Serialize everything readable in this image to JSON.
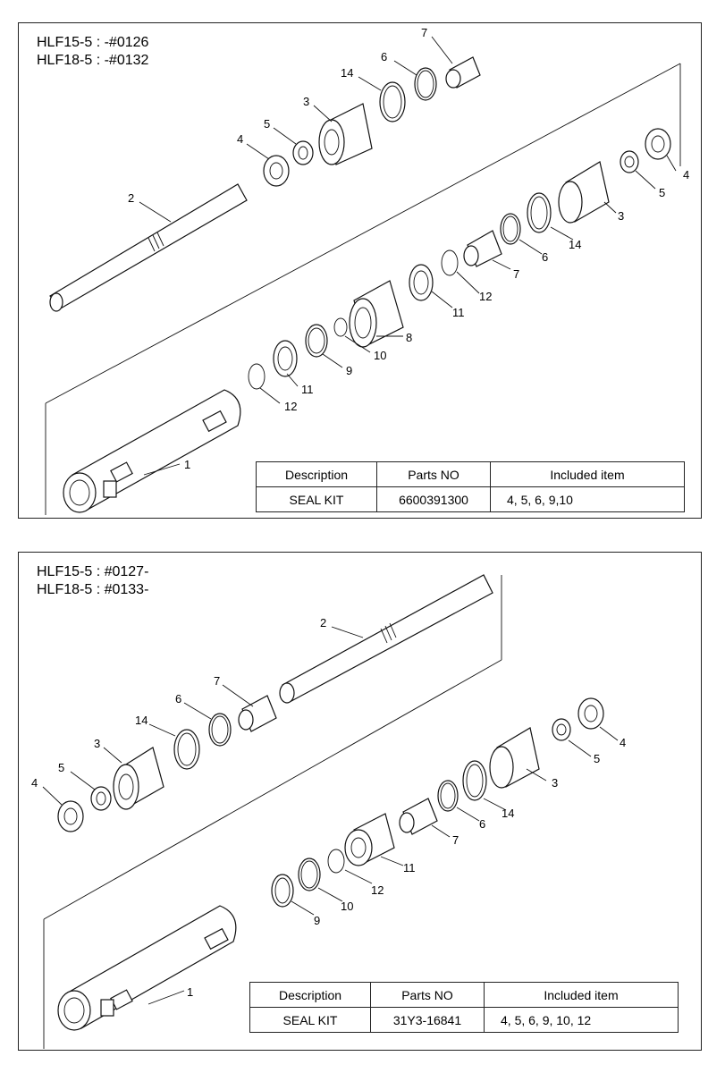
{
  "panels": [
    {
      "models": [
        "HLF15-5 : -#0126",
        "HLF18-5 : -#0132"
      ],
      "callouts": {
        "p7a": "7",
        "p6a": "6",
        "p14a": "14",
        "p3a": "3",
        "p5a": "5",
        "p4a": "4",
        "p2": "2",
        "p4b": "4",
        "p5b": "5",
        "p3b": "3",
        "p14b": "14",
        "p6b": "6",
        "p7b": "7",
        "p12a": "12",
        "p11a": "11",
        "p8": "8",
        "p10": "10",
        "p9": "9",
        "p11b": "11",
        "p12b": "12",
        "p1": "1"
      },
      "table": {
        "headers": [
          "Description",
          "Parts NO",
          "Included item"
        ],
        "row": [
          "SEAL KIT",
          "6600391300",
          "4, 5, 6, 9,10"
        ]
      }
    },
    {
      "models": [
        "HLF15-5 : #0127-",
        "HLF18-5 : #0133-"
      ],
      "callouts": {
        "p2": "2",
        "p7a": "7",
        "p6a": "6",
        "p14a": "14",
        "p3a": "3",
        "p5a": "5",
        "p4a": "4",
        "p4b": "4",
        "p5b": "5",
        "p3b": "3",
        "p14b": "14",
        "p6b": "6",
        "p7b": "7",
        "p11": "11",
        "p12": "12",
        "p10": "10",
        "p9": "9",
        "p1": "1"
      },
      "table": {
        "headers": [
          "Description",
          "Parts NO",
          "Included item"
        ],
        "row": [
          "SEAL KIT",
          "31Y3-16841",
          "4, 5, 6, 9, 10, 12"
        ]
      }
    }
  ]
}
